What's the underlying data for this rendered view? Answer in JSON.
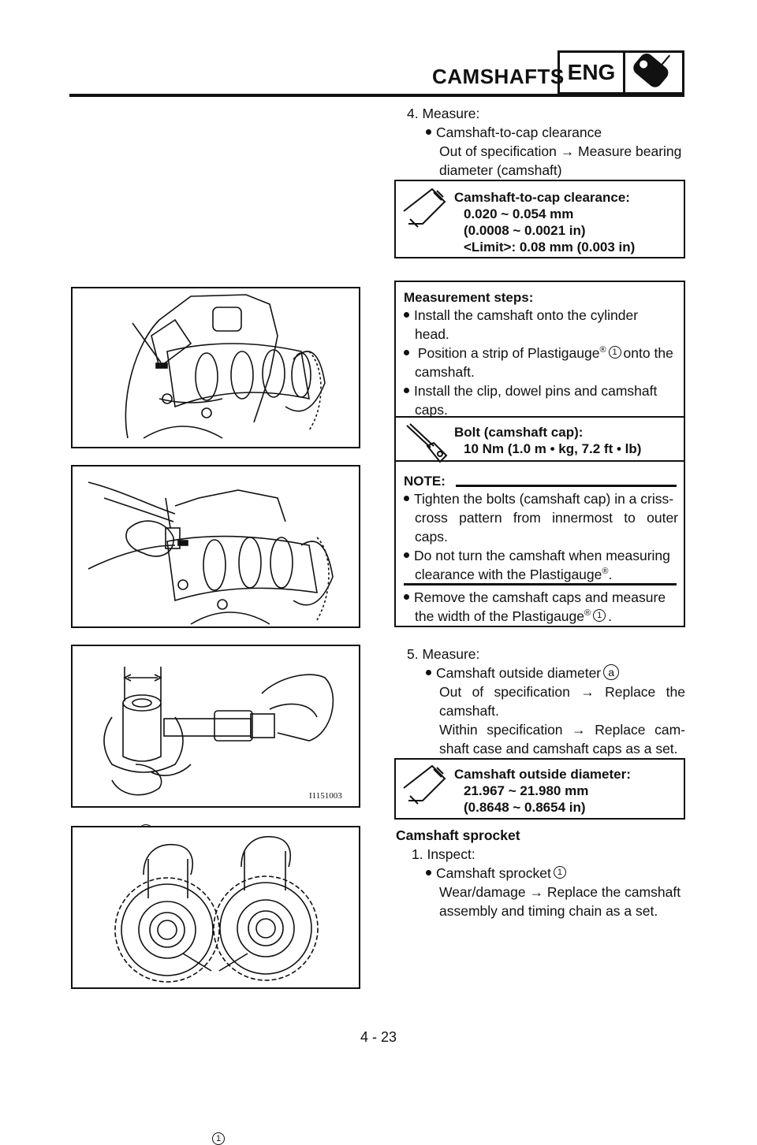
{
  "header": {
    "section_title": "CAMSHAFTS",
    "badge": "ENG"
  },
  "step4": {
    "title": "4. Measure:",
    "item": "Camshaft-to-cap clearance",
    "line1": "Out of specification → Measure bearing",
    "line2": "diameter (camshaft)"
  },
  "spec1": {
    "title": "Camshaft-to-cap clearance:",
    "l1": "0.020 ~ 0.054 mm",
    "l2": "(0.0008 ~ 0.0021 in)",
    "l3": "<Limit>: 0.08 mm (0.003 in)"
  },
  "steps": {
    "title": "Measurement steps:",
    "b1a": "Install the camshaft onto the cylinder",
    "b1b": "head.",
    "b2a": "Position a strip of Plastigauge",
    "b2b": "onto the",
    "b2c": "camshaft.",
    "b3a": "Install the clip, dowel pins and camshaft",
    "b3b": "caps."
  },
  "torque": {
    "title": "Bolt (camshaft cap):",
    "value": "10 Nm (1.0 m • kg, 7.2 ft • lb)"
  },
  "note": {
    "label": "NOTE:",
    "n1a": "Tighten the bolts (camshaft cap) in a criss-",
    "n1b": "cross pattern from innermost to outer",
    "n1c": "caps.",
    "n2a": "Do not turn the camshaft when measuring",
    "n2b": "clearance with the Plastigauge"
  },
  "remove": {
    "a": "Remove the camshaft caps and measure",
    "b": "the width of the Plastigauge"
  },
  "step5": {
    "title": "5. Measure:",
    "item": "Camshaft outside diameter",
    "l1": "Out of specification → Replace the",
    "l2": "camshaft.",
    "l3": "Within specification → Replace cam-",
    "l4": "shaft case and camshaft caps as a set."
  },
  "spec2": {
    "title": "Camshaft outside diameter:",
    "l1": "21.967 ~ 21.980 mm",
    "l2": "(0.8648 ~ 0.8654 in)"
  },
  "sprocket": {
    "heading": "Camshaft sprocket",
    "step": "1. Inspect:",
    "item": "Camshaft sprocket",
    "l1": "Wear/damage → Replace the camshaft",
    "l2": "assembly and timing chain as a set."
  },
  "callouts": {
    "one": "1",
    "a": "a",
    "reg": "®"
  },
  "figure_code": "I1151003",
  "page_number": "4 - 23"
}
